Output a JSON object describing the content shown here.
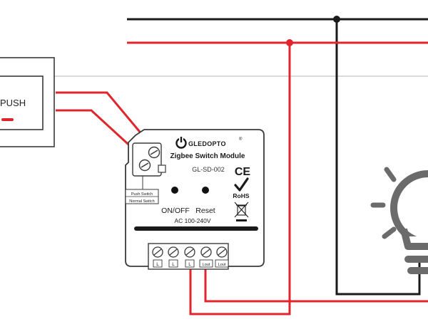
{
  "push_switch": {
    "label": "PUSH"
  },
  "module": {
    "brand": "GLEDOPTO",
    "registered_mark": "®",
    "title": "Zigbee Switch Module",
    "model": "GL-SD-002",
    "ce_mark": "CE",
    "rohs_label": "RoHS",
    "on_off_label": "ON/OFF",
    "reset_label": "Reset",
    "voltage_label": "AC 100-240V",
    "switch_type_labels": [
      "Push Switch",
      "Normal Switch"
    ],
    "terminal_labels": [
      "L",
      "L",
      "L",
      "Lout",
      "Lout"
    ]
  },
  "colors": {
    "live_wire": "#e0262c",
    "neutral_wire": "#1a1a1a",
    "outline": "#3a3a3a",
    "bulb": "#6b6b6b"
  }
}
